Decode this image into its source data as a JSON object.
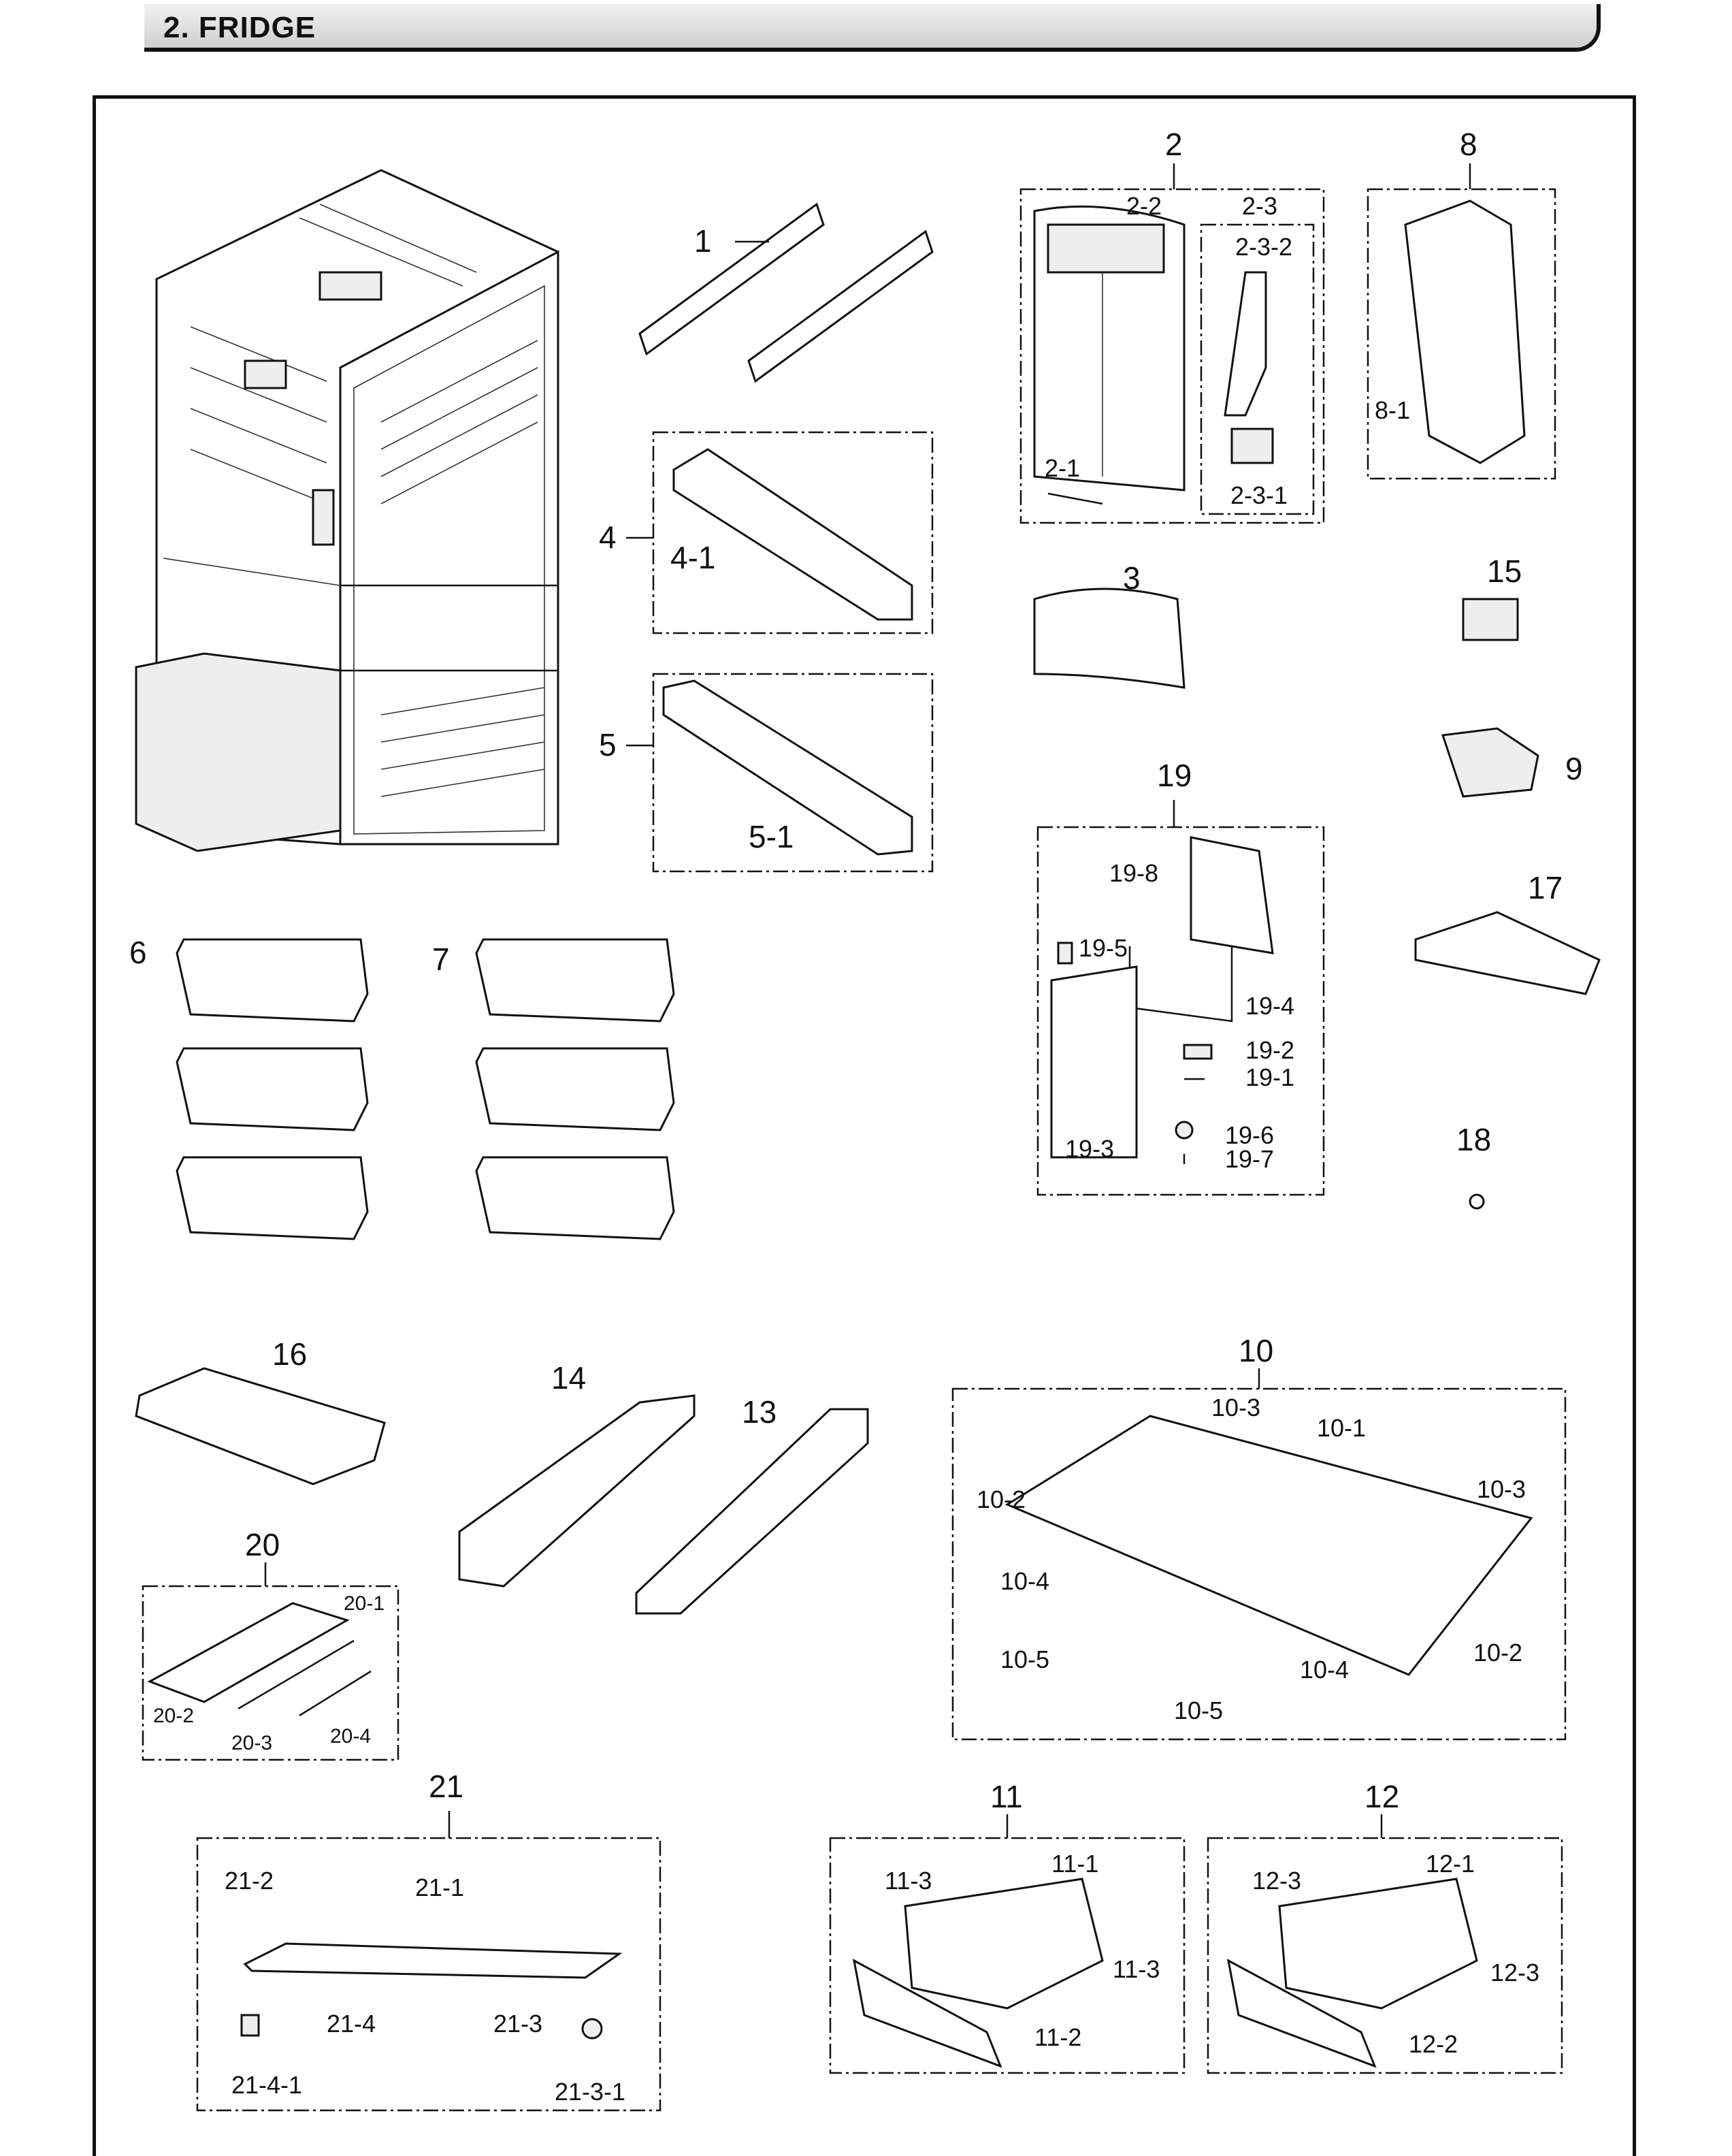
{
  "header": {
    "title": "2. FRIDGE"
  },
  "callouts": {
    "c1": "1",
    "c2": "2",
    "c2_1": "2-1",
    "c2_2": "2-2",
    "c2_3": "2-3",
    "c2_3_1": "2-3-1",
    "c2_3_2": "2-3-2",
    "c3": "3",
    "c4": "4",
    "c4_1": "4-1",
    "c5": "5",
    "c5_1": "5-1",
    "c6": "6",
    "c7": "7",
    "c8": "8",
    "c8_1": "8-1",
    "c9": "9",
    "c10": "10",
    "c10_1": "10-1",
    "c10_2a": "10-2",
    "c10_2b": "10-2",
    "c10_3a": "10-3",
    "c10_3b": "10-3",
    "c10_4a": "10-4",
    "c10_4b": "10-4",
    "c10_5a": "10-5",
    "c10_5b": "10-5",
    "c11": "11",
    "c11_1": "11-1",
    "c11_2": "11-2",
    "c11_3a": "11-3",
    "c11_3b": "11-3",
    "c12": "12",
    "c12_1": "12-1",
    "c12_2": "12-2",
    "c12_3a": "12-3",
    "c12_3b": "12-3",
    "c13": "13",
    "c14": "14",
    "c15": "15",
    "c16": "16",
    "c17": "17",
    "c18": "18",
    "c19": "19",
    "c19_1": "19-1",
    "c19_2": "19-2",
    "c19_3": "19-3",
    "c19_4": "19-4",
    "c19_5": "19-5",
    "c19_6": "19-6",
    "c19_7": "19-7",
    "c19_8": "19-8",
    "c20": "20",
    "c20_1": "20-1",
    "c20_2": "20-2",
    "c20_3": "20-3",
    "c20_4": "20-4",
    "c21": "21",
    "c21_1": "21-1",
    "c21_2": "21-2",
    "c21_3": "21-3",
    "c21_3_1": "21-3-1",
    "c21_4": "21-4",
    "c21_4_1": "21-4-1"
  }
}
